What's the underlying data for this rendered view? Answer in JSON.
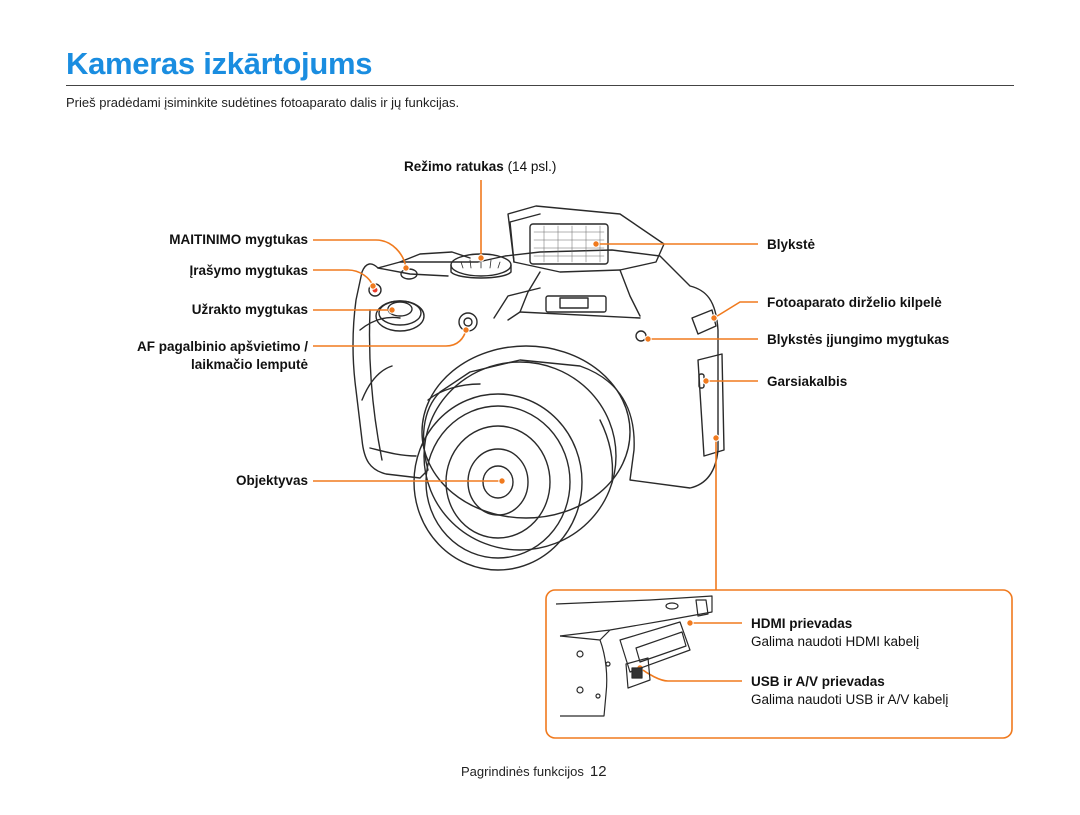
{
  "page": {
    "title": "Kameras izkārtojums",
    "intro": "Prieš pradėdami įsiminkite sudėtines fotoaparato dalis ir jų funkcijas."
  },
  "labels": {
    "mode_dial": "Režimo ratukas",
    "mode_dial_ref": "(14 psl.)",
    "power_button": "MAITINIMO mygtukas",
    "record_button": "Įrašymo mygtukas",
    "shutter_button": "Užrakto mygtukas",
    "af_lamp_line1": "AF pagalbinio apšvietimo /",
    "af_lamp_line2": "laikmačio lemputė",
    "lens": "Objektyvas",
    "flash": "Blykstė",
    "strap_eyelet": "Fotoaparato dirželio kilpelė",
    "flash_button": "Blykstės įjungimo mygtukas",
    "speaker": "Garsiakalbis",
    "hdmi_port": "HDMI prievadas",
    "hdmi_desc": "Galima naudoti HDMI kabelį",
    "usb_port": "USB ir A/V prievadas",
    "usb_desc": "Galima naudoti USB ir A/V kabelį"
  },
  "footer": {
    "section": "Pagrindinės funkcijos",
    "page_number": "12"
  },
  "colors": {
    "accent_title": "#1a8de0",
    "callout": "#f07a1e"
  }
}
